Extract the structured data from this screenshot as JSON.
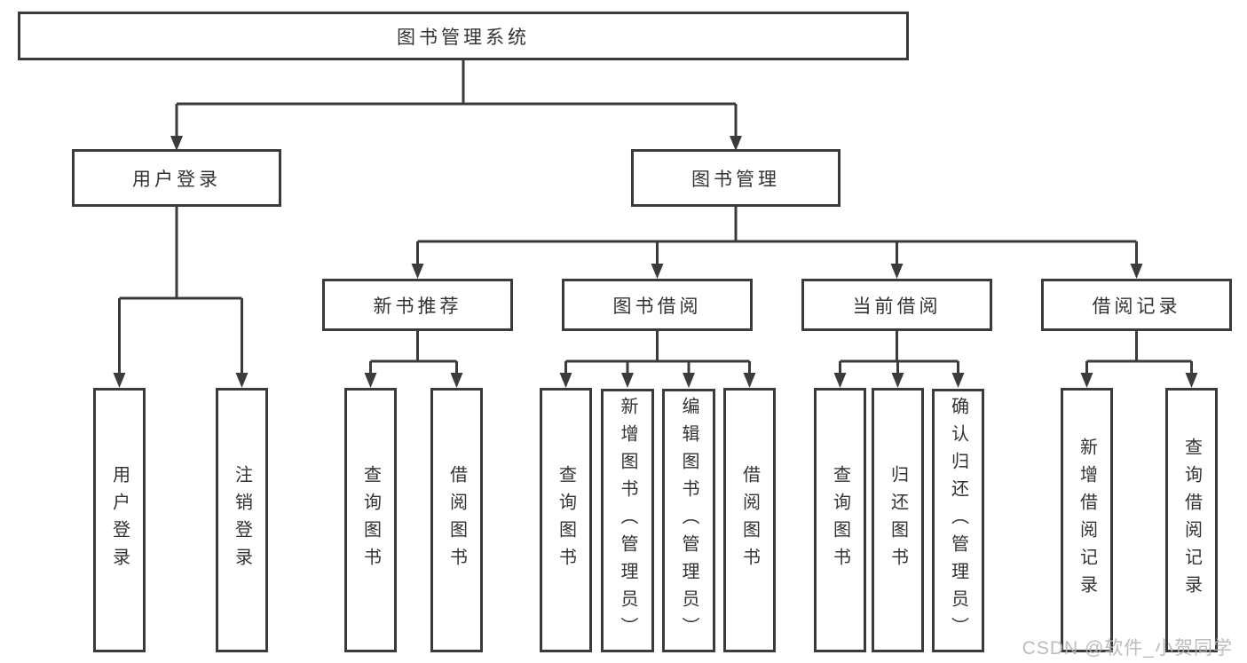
{
  "tree": {
    "root": "图书管理系统",
    "branches": [
      {
        "label": "用户登录",
        "leaves": [
          "用户登录",
          "注销登录"
        ]
      },
      {
        "label": "图书管理",
        "groups": [
          {
            "label": "新书推荐",
            "leaves": [
              "查询图书",
              "借阅图书"
            ]
          },
          {
            "label": "图书借阅",
            "leaves": [
              "查询图书",
              "新增图书（管理员）",
              "编辑图书（管理员）",
              "借阅图书"
            ]
          },
          {
            "label": "当前借阅",
            "leaves": [
              "查询图书",
              "归还图书",
              "确认归还（管理员）"
            ]
          },
          {
            "label": "借阅记录",
            "leaves": [
              "新增借阅记录",
              "查询借阅记录"
            ]
          }
        ]
      }
    ]
  },
  "watermark": "CSDN @软件_小贺同学",
  "colors": {
    "line": "#3b3b3b",
    "text": "#333333",
    "watermark": "#b5b5b5",
    "background": "#ffffff"
  }
}
